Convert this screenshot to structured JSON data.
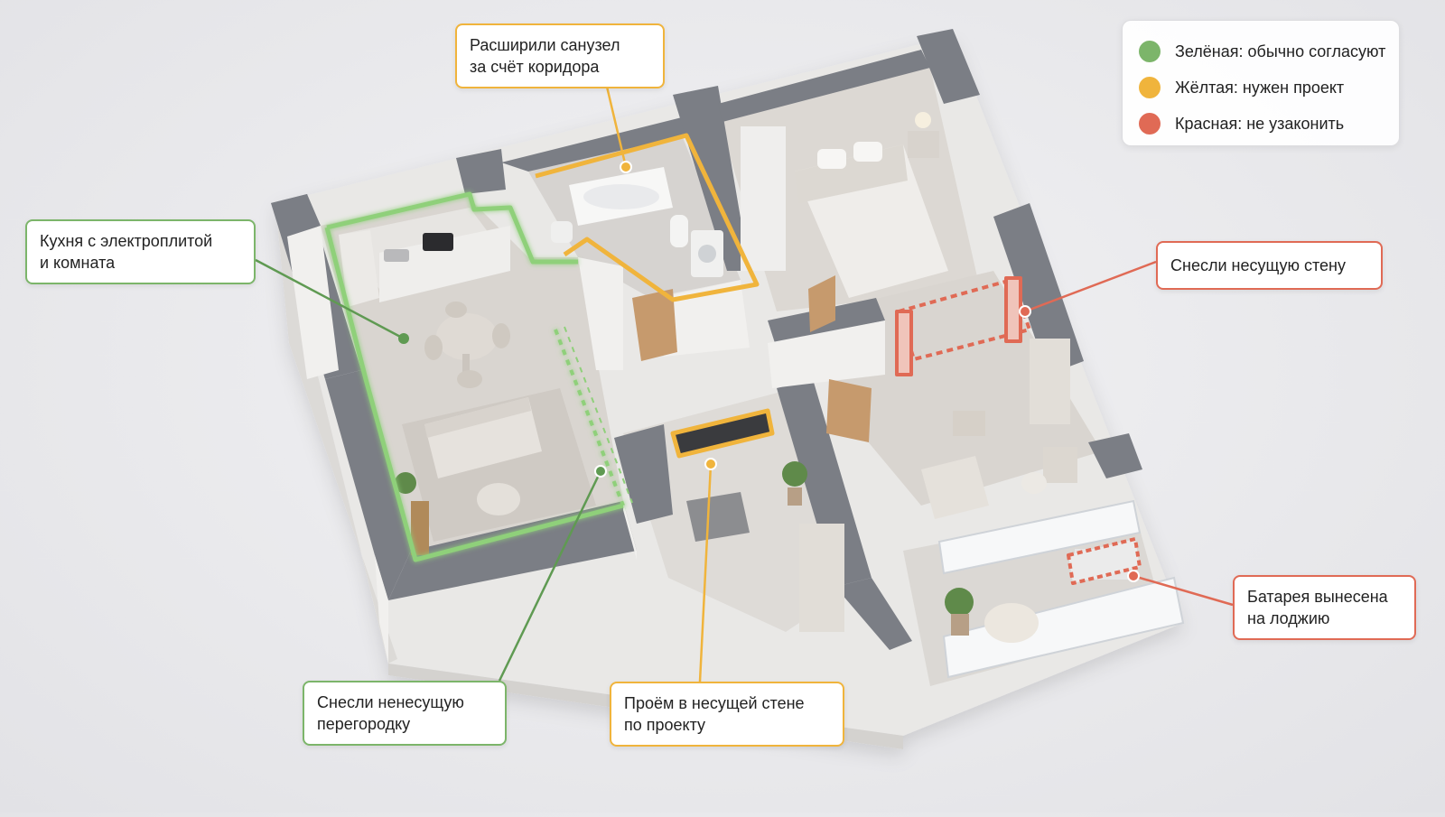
{
  "colors": {
    "green": "#7cb56a",
    "yellow": "#f0b43c",
    "red": "#e06a55",
    "wall_top": "#7b7e85",
    "wall_face": "#e9e8e6",
    "floor": "#d8d4cf"
  },
  "legend": {
    "items": [
      {
        "label": "Зелёная: обычно согласуют",
        "color": "#7cb56a"
      },
      {
        "label": "Жёлтая: нужен проект",
        "color": "#f0b43c"
      },
      {
        "label": "Красная: не узаконить",
        "color": "#e06a55"
      }
    ]
  },
  "callouts": {
    "kitchen": {
      "lines": [
        "Кухня с электроплитой",
        "и комната"
      ],
      "status": "green"
    },
    "bathroom": {
      "lines": [
        "Расширили санузел",
        "за счёт коридора"
      ],
      "status": "yellow"
    },
    "bearing_wall": {
      "lines": [
        "Снесли несущую стену"
      ],
      "status": "red"
    },
    "battery": {
      "lines": [
        "Батарея вынесена",
        "на лоджию"
      ],
      "status": "red"
    },
    "partition": {
      "lines": [
        "Снесли ненесущую",
        "перегородку"
      ],
      "status": "green"
    },
    "opening": {
      "lines": [
        "Проём в несущей стене",
        "по проекту"
      ],
      "status": "yellow"
    }
  }
}
